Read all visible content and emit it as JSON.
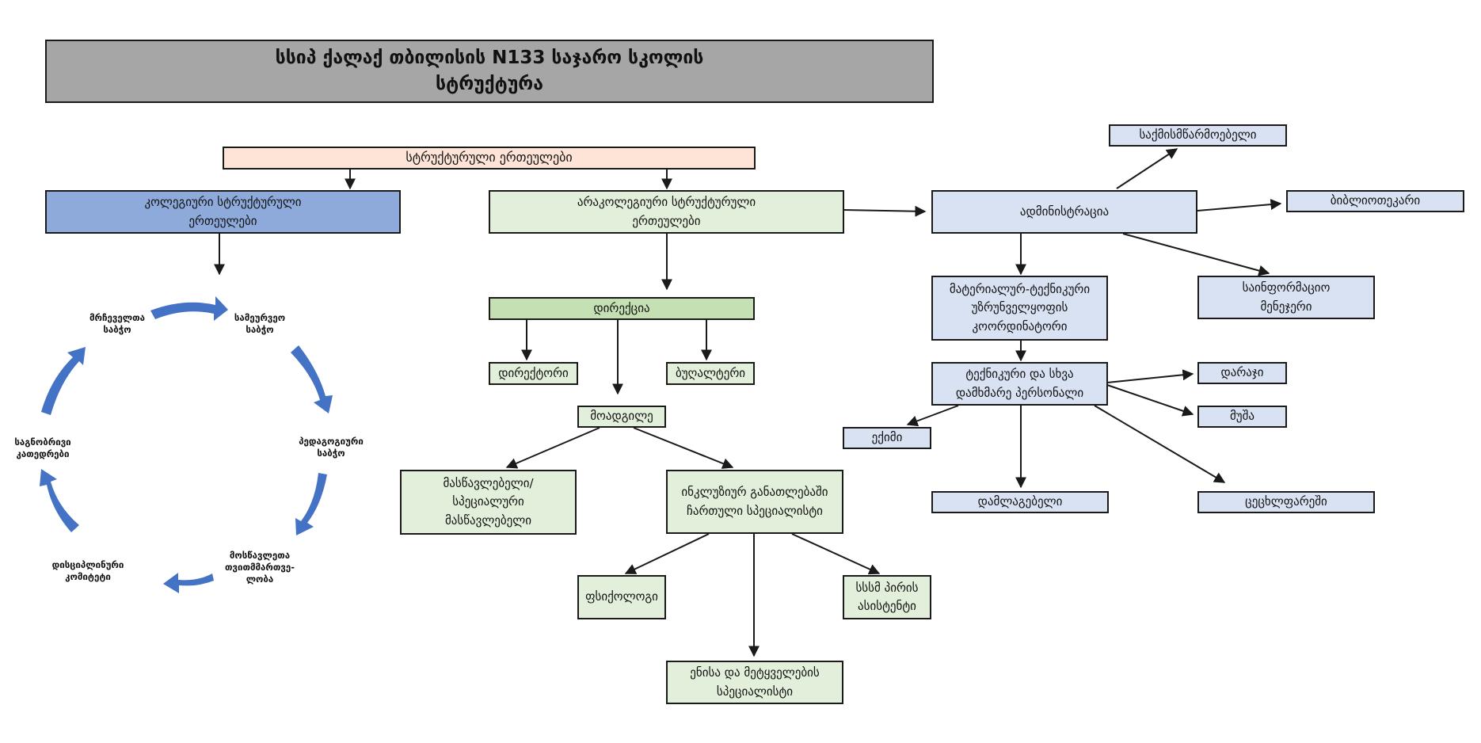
{
  "title": {
    "line1": "სსიპ ქალაქ თბილისის N133 საჯარო სკოლის",
    "line2": "სტრუქტურა"
  },
  "nodes": {
    "structural_units": "სტრუქტურული ერთეულები",
    "collegial_line1": "კოლეგიური სტრუქტურული",
    "collegial_line2": "ერთეულები",
    "noncollegial_line1": "არაკოლეგიური სტრუქტურული",
    "noncollegial_line2": "ერთეულები",
    "administration": "ადმინისტრაცია",
    "clerk": "საქმისმწარმოებელი",
    "librarian": "ბიბლიოთეკარი",
    "info_manager_line1": "საინფორმაციო",
    "info_manager_line2": "მენეჯერი",
    "mtc_line1": "მატერიალურ-ტექნიკური",
    "mtc_line2": "უზრუნველყოფის",
    "mtc_line3": "კოორდინატორი",
    "tech_staff_line1": "ტექნიკური და სხვა",
    "tech_staff_line2": "დამხმარე პერსონალი",
    "guard": "დარაჯი",
    "worker": "მუშა",
    "doctor": "ექიმი",
    "cleaner": "დამლაგებელი",
    "plumber": "ცეცხლფარეში",
    "directorate": "დირექცია",
    "director": "დირექტორი",
    "accountant": "ბუღალტერი",
    "deputy": "მოადგილე",
    "teacher_line1": "მასწავლებელი/",
    "teacher_line2": "სპეციალური",
    "teacher_line3": "მასწავლებელი",
    "inclusive_line1": "ინკლუზიურ განათლებაში",
    "inclusive_line2": "ჩართული სპეციალისტი",
    "psychologist": "ფსიქოლოგი",
    "sen_line1": "სსსმ პირის",
    "sen_line2": "ასისტენტი",
    "speech_line1": "ენისა და მეტყველების",
    "speech_line2": "სპეციალისტი"
  },
  "cycle": {
    "trustees_line1": "სამეურვეო",
    "trustees_line2": "საბჭო",
    "pedagogical_line1": "პედაგოგიური",
    "pedagogical_line2": "საბჭო",
    "student_self_line1": "მოსწავლეთა",
    "student_self_line2": "თვითმმართვე-",
    "student_self_line3": "ლობა",
    "disciplinary_line1": "დისციპლინური",
    "disciplinary_line2": "კომიტეტი",
    "subject_line1": "საგნობრივი",
    "subject_line2": "კათედრები",
    "mediators_line1": "მრჩეველთა",
    "mediators_line2": "საბჭო"
  },
  "colors": {
    "title_bg": "#a6a6a6",
    "peach": "#fde4d6",
    "blue": "#8eaadb",
    "light_blue": "#d9e2f3",
    "light_green": "#e2efda",
    "mid_green": "#c5e0b3",
    "cycle_arrow": "#4472c4"
  }
}
